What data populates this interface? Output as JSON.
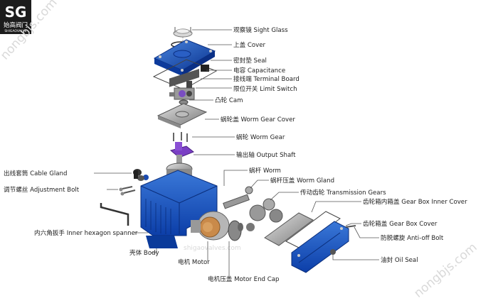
{
  "logo": {
    "letters": "SG",
    "cn": "始高阀门",
    "en": "SHIGAOVALVE"
  },
  "watermarks": [
    "nongbjs.com",
    "nongbjs.com",
    "shigaovalves.com"
  ],
  "parts": {
    "sight_glass": "观察镜 Sight Glass",
    "cover": "上盖 Cover",
    "seal": "密封垫 Seal",
    "capacitance": "电容 Capacitance",
    "terminal_board": "接线端 Terminal Board",
    "limit_switch": "限位开关 Limit Switch",
    "cam": "凸轮 Cam",
    "worm_gear_cover": "蜗轮盖 Worm Gear Cover",
    "worm_gear": "蜗轮 Worm Gear",
    "output_shaft": "输出轴 Output Shaft",
    "worm": "蜗杆 Worm",
    "worm_gland": "蜗杆压盖 Worm Gland",
    "transmission_gears": "传动齿轮 Transmission Gears",
    "gear_box_inner_cover": "齿轮箱内箱盖 Gear Box Inner Cover",
    "cable_gland": "出线套筒 Cable Gland",
    "adjustment_bolt": "调节螺丝 Adjustment Bolt",
    "gear_box_cover": "齿轮箱盖 Gear Box Cover",
    "anti_off_bolt": "防脱螺旋 Anti-off Bolt",
    "inner_hexagon_spanner": "内六角扳手 Inner hexagon spanner",
    "oil_seal": "油封 Oil Seal",
    "body": "壳体 Body",
    "motor": "电机 Motor",
    "motor_end_cap": "电机压盖 Motor End Cap"
  }
}
